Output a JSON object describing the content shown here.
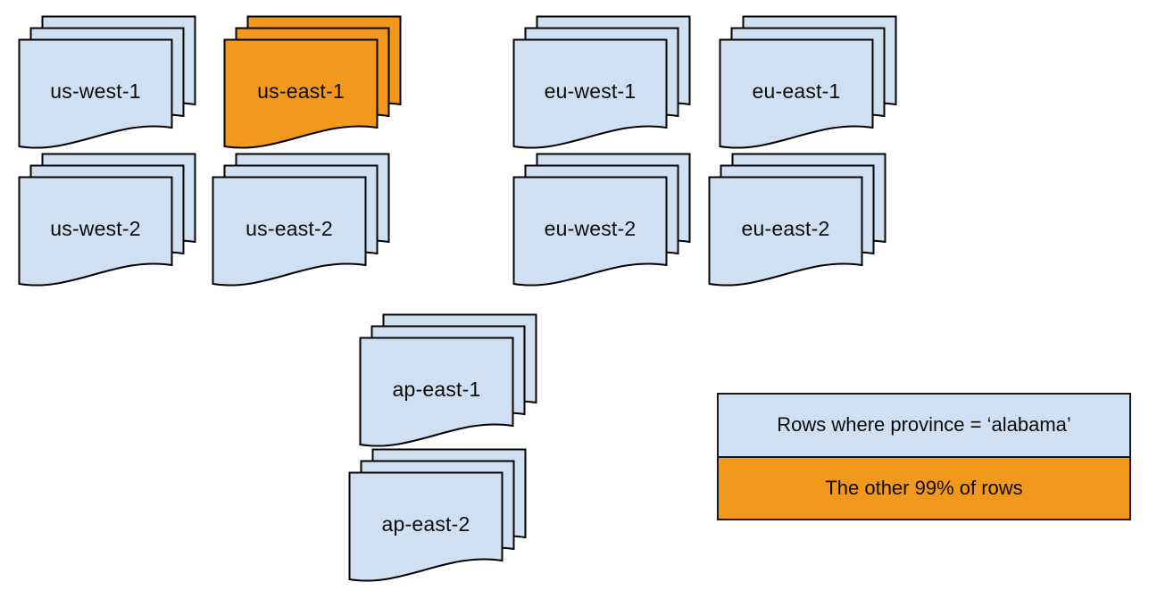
{
  "canvas": {
    "background": "#ffffff"
  },
  "colors": {
    "doc_blue": "#cfe0f3",
    "doc_orange": "#f2981d",
    "stroke": "#000000"
  },
  "regions": [
    {
      "id": "us-west-1",
      "label": "us-west-1",
      "variant": "blue"
    },
    {
      "id": "us-east-1",
      "label": "us-east-1",
      "variant": "orange"
    },
    {
      "id": "eu-west-1",
      "label": "eu-west-1",
      "variant": "blue"
    },
    {
      "id": "eu-east-1",
      "label": "eu-east-1",
      "variant": "blue"
    },
    {
      "id": "us-west-2",
      "label": "us-west-2",
      "variant": "blue"
    },
    {
      "id": "us-east-2",
      "label": "us-east-2",
      "variant": "blue"
    },
    {
      "id": "eu-west-2",
      "label": "eu-west-2",
      "variant": "blue"
    },
    {
      "id": "eu-east-2",
      "label": "eu-east-2",
      "variant": "blue"
    },
    {
      "id": "ap-east-1",
      "label": "ap-east-1",
      "variant": "blue"
    },
    {
      "id": "ap-east-2",
      "label": "ap-east-2",
      "variant": "blue"
    }
  ],
  "legend": {
    "items": [
      {
        "label": "Rows where province = ‘alabama’",
        "variant": "blue"
      },
      {
        "label": "The other 99% of rows",
        "variant": "orange"
      }
    ]
  }
}
